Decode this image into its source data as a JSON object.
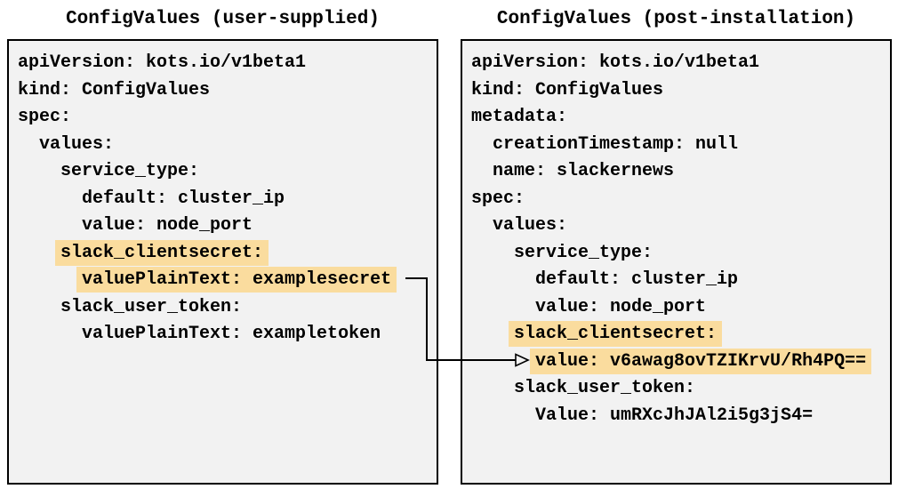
{
  "colors": {
    "highlight": "#fadc9e",
    "panel_background": "#f2f2f2",
    "border": "#000000",
    "arrow": "#000000"
  },
  "panels": [
    {
      "id": "user-supplied",
      "title": "ConfigValues (user-supplied)",
      "lines": [
        {
          "indent": "",
          "text": "apiVersion: kots.io/v1beta1",
          "highlight": false
        },
        {
          "indent": "",
          "text": "kind: ConfigValues",
          "highlight": false
        },
        {
          "indent": "",
          "text": "spec:",
          "highlight": false
        },
        {
          "indent": "  ",
          "text": "values:",
          "highlight": false
        },
        {
          "indent": "    ",
          "text": "service_type:",
          "highlight": false
        },
        {
          "indent": "      ",
          "text": "default: cluster_ip",
          "highlight": false
        },
        {
          "indent": "      ",
          "text": "value: node_port",
          "highlight": false
        },
        {
          "indent": "    ",
          "text": "slack_clientsecret:",
          "highlight": true
        },
        {
          "indent": "      ",
          "text": "valuePlainText: examplesecret",
          "highlight": true
        },
        {
          "indent": "    ",
          "text": "slack_user_token:",
          "highlight": false
        },
        {
          "indent": "      ",
          "text": "valuePlainText: exampletoken",
          "highlight": false
        }
      ]
    },
    {
      "id": "post-installation",
      "title": "ConfigValues (post-installation)",
      "lines": [
        {
          "indent": "",
          "text": "apiVersion: kots.io/v1beta1",
          "highlight": false
        },
        {
          "indent": "",
          "text": "kind: ConfigValues",
          "highlight": false
        },
        {
          "indent": "",
          "text": "metadata:",
          "highlight": false
        },
        {
          "indent": "  ",
          "text": "creationTimestamp: null",
          "highlight": false
        },
        {
          "indent": "  ",
          "text": "name: slackernews",
          "highlight": false
        },
        {
          "indent": "",
          "text": "spec:",
          "highlight": false
        },
        {
          "indent": "  ",
          "text": "values:",
          "highlight": false
        },
        {
          "indent": "    ",
          "text": "service_type:",
          "highlight": false
        },
        {
          "indent": "      ",
          "text": "default: cluster_ip",
          "highlight": false
        },
        {
          "indent": "      ",
          "text": "value: node_port",
          "highlight": false
        },
        {
          "indent": "    ",
          "text": "slack_clientsecret:",
          "highlight": true
        },
        {
          "indent": "      ",
          "text": "value: v6awag8ovTZIKrvU/Rh4PQ==",
          "highlight": true
        },
        {
          "indent": "    ",
          "text": "slack_user_token:",
          "highlight": false
        },
        {
          "indent": "      ",
          "text": "Value: umRXcJhJAl2i5g3jS4=",
          "highlight": false
        }
      ]
    }
  ],
  "arrow": {
    "from": "valuePlainText: examplesecret",
    "to": "value: v6awag8ovTZIKrvU/Rh4PQ=="
  }
}
